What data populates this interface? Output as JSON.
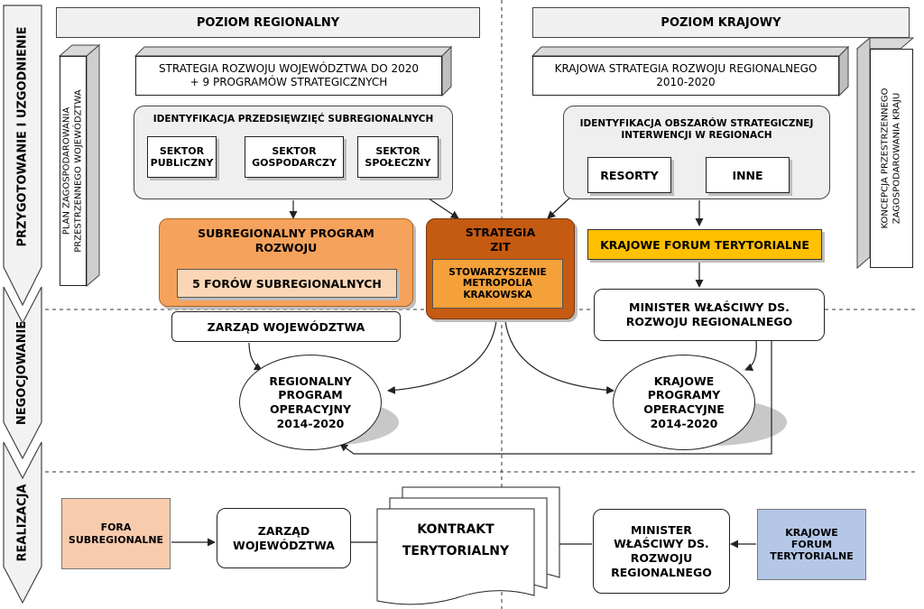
{
  "left_bar": {
    "stage1": "PRZYGOTOWANIE I UZGODNIENIE",
    "stage2": "NEGOCJOWANIE",
    "stage3": "REALIZACJA"
  },
  "headers": {
    "regional": "POZIOM REGIONALNY",
    "national": "POZIOM KRAJOWY"
  },
  "side_boxes": {
    "regional_plan": "PLAN ZAGOSPODAROWANIA\nPRZESTRZENNEGO WOJEWÓDZTWA",
    "national_concept": "KONCEPCJA PRZESTRZENNEGO\nZAGOSPODAROWANIA KRAJU"
  },
  "strategy": {
    "regional": "STRATEGIA ROZWOJU WOJEWÓDZTWA DO 2020\n+ 9 PROGRAMÓW STRATEGICZNYCH",
    "national": "KRAJOWA STRATEGIA ROZWOJU REGIONALNEGO\n2010-2020"
  },
  "subregional_identification": {
    "title": "IDENTYFIKACJA PRZEDSIĘWZIĘĆ SUBREGIONALNYCH",
    "sectors": [
      "SEKTOR\nPUBLICZNY",
      "SEKTOR\nGOSPODARCZY",
      "SEKTOR\nSPOŁECZNY"
    ]
  },
  "national_identification": {
    "title": "IDENTYFIKACJA OBSZARÓW STRATEGICZNEJ\nINTERWENCJI W REGIONACH",
    "items": [
      "RESORTY",
      "INNE"
    ]
  },
  "subregional_program": {
    "title": "SUBREGIONALNY PROGRAM\nROZWOJU",
    "forums": "5 FORÓW SUBREGIONALNYCH"
  },
  "zit": {
    "title": "STRATEGIA\nZIT",
    "association": "STOWARZYSZENIE\nMETROPOLIA\nKRAKOWSKA"
  },
  "national_forum": "KRAJOWE FORUM TERYTORIALNE",
  "minister_top": "MINISTER WŁAŚCIWY DS.\nROZWOJU REGIONALNEGO",
  "board_top": "ZARZĄD WOJEWÓDZTWA",
  "rpo": "REGIONALNY\nPROGRAM\nOPERACYJNY\n2014-2020",
  "kpo": "KRAJOWE\nPROGRAMY\nOPERACYJNE\n2014-2020",
  "realization": {
    "fora": "FORA\nSUBREGIONALNE",
    "board": "ZARZĄD\nWOJEWÓDZTWA",
    "contract": "KONTRAKT\nTERYTORIALNY",
    "minister": "MINISTER\nWŁAŚCIWY DS.\nROZWOJU\nREGIONALNEGO",
    "national_forum": "KRAJOWE\nFORUM\nTERYTORIALNE"
  },
  "colors": {
    "orange_light": "#f5a25c",
    "orange_dark": "#c55a11",
    "inner_peach": "#fad6b6",
    "inner_orange": "#f4a13a",
    "yellow": "#ffc000",
    "peach": "#f8cbad",
    "blue": "#b4c7e7"
  }
}
